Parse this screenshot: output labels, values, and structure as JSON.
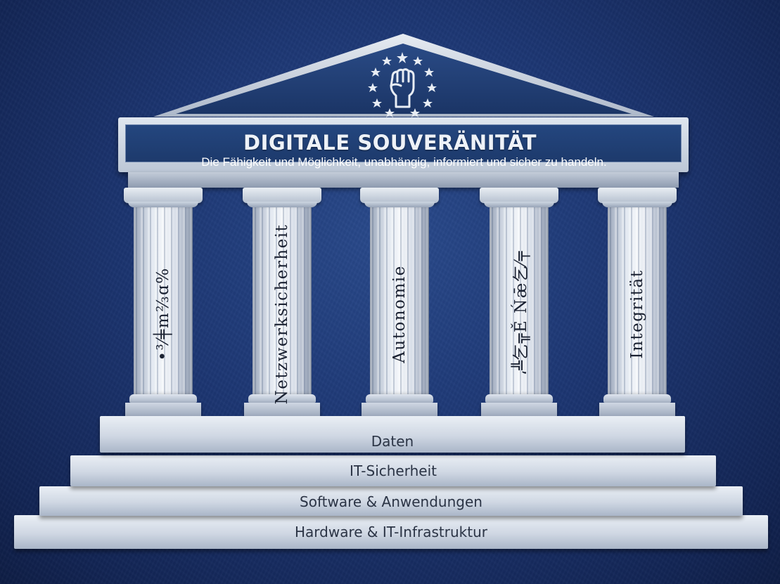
{
  "header": {
    "title": "DIGITALE SOUVERÄNITÄT",
    "subtitle": "Die Fähigkeit und Möglichkeit, unabhängig, informiert und sicher zu handeln."
  },
  "emblem": {
    "icon": "raised-fist-with-stars-icon"
  },
  "pillars": [
    {
      "label": "•³⁄╪m⅔ɑ%"
    },
    {
      "label": "Netzwerksicherheit"
    },
    {
      "label": "Autonomie"
    },
    {
      "label": "،╩乞╦Ě Ńǣ乞⁄╤"
    },
    {
      "label": "Integrität"
    }
  ],
  "steps": [
    {
      "label": "Daten"
    },
    {
      "label": "IT-Sicherheit"
    },
    {
      "label": "Software & Anwendungen"
    },
    {
      "label": "Hardware & IT-Infrastruktur"
    }
  ],
  "colors": {
    "background": "#1c3672",
    "banner": "#1d3a6c",
    "stone": "#dfe6ef",
    "text_dark": "#2b3445"
  }
}
